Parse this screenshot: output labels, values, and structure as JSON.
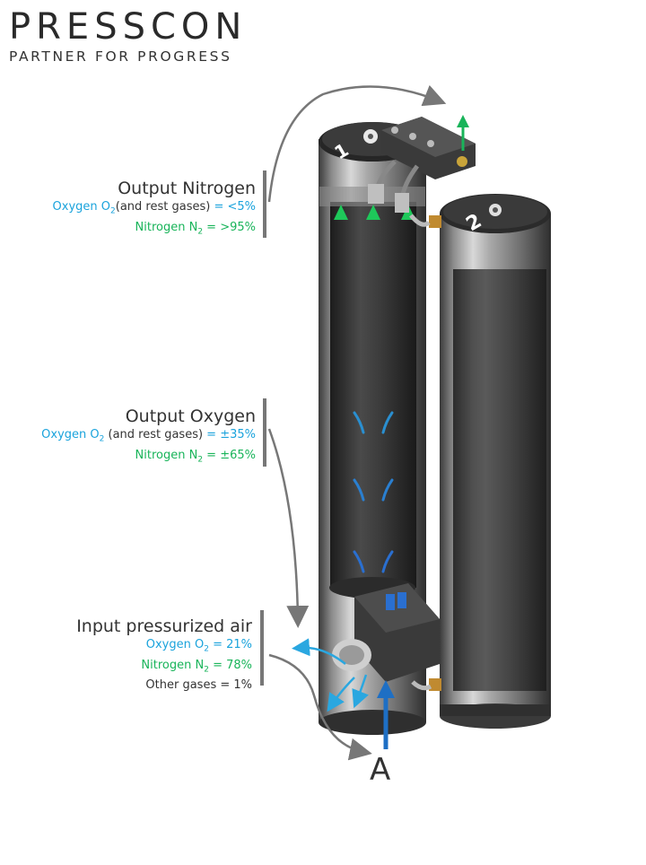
{
  "brand": {
    "name": "PRESSCON",
    "tagline": "PARTNER FOR PROGRESS",
    "accent_color": "#2aa7e0"
  },
  "labels": {
    "nitrogen_out": {
      "title": "Output Nitrogen",
      "oxygen_line": {
        "prefix": "Oxygen O",
        "sub": "2",
        "paren": "(and rest gases)",
        "value": " = <5%"
      },
      "nitrogen_line": {
        "prefix": "Nitrogen N",
        "sub": "2",
        "value": " = >95%"
      }
    },
    "oxygen_out": {
      "title": "Output Oxygen",
      "oxygen_line": {
        "prefix": "Oxygen O",
        "sub": "2",
        "paren": " (and rest gases)",
        "value": " = ±35%"
      },
      "nitrogen_line": {
        "prefix": "Nitrogen N",
        "sub": "2",
        "value": " = ±65%"
      }
    },
    "air_in": {
      "title": "Input pressurized air",
      "oxygen_line": {
        "prefix": "Oxygen O",
        "sub": "2",
        "value": " = 21%"
      },
      "nitrogen_line": {
        "prefix": "Nitrogen N",
        "sub": "2",
        "value": " = 78%"
      },
      "other_line": "Other gases = 1%"
    }
  },
  "vessels": {
    "vessel_1_number": "1",
    "vessel_2_number": "2"
  },
  "inlet_marker": "A",
  "colors": {
    "oxygen": "#1aa3dc",
    "nitrogen": "#19b45a",
    "text": "#333333",
    "connector": "#777777",
    "flow_blue": "#2070c8"
  }
}
